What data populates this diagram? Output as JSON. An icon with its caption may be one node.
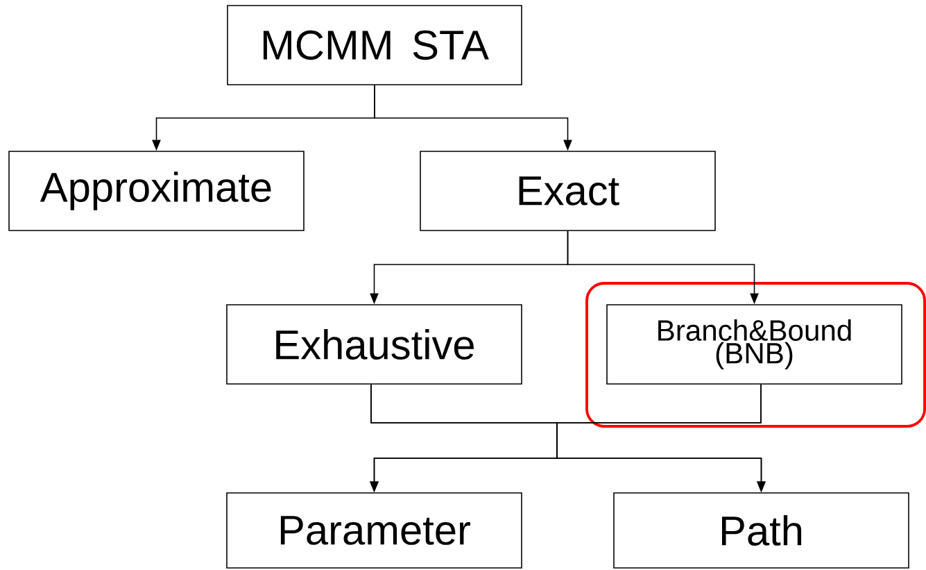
{
  "diagram": {
    "nodes": [
      {
        "text": [
          "MCMM STA"
        ]
      },
      {
        "text": [
          "Approximate"
        ]
      },
      {
        "text": [
          "Exact"
        ]
      },
      {
        "text": [
          "Exhaustive"
        ]
      },
      {
        "text": [
          "Branch&Bound (BNB)"
        ]
      },
      {
        "text": [
          "Parameter"
        ]
      },
      {
        "text": [
          "Path"
        ]
      }
    ],
    "edges": [
      {
        "from": 0,
        "to": 1,
        "arrow": "to"
      },
      {
        "from": 0,
        "to": 2,
        "arrow": "to"
      },
      {
        "from": 2,
        "to": 3,
        "arrow": "to"
      },
      {
        "from": 2,
        "to": 4,
        "arrow": "to"
      },
      {
        "from": 3,
        "to": 5,
        "arrow": "to"
      },
      {
        "from": 3,
        "to": 6,
        "arrow": "to"
      },
      {
        "from": 4,
        "to": 5,
        "arrow": "to"
      },
      {
        "from": 4,
        "to": 6,
        "arrow": "to"
      }
    ]
  }
}
